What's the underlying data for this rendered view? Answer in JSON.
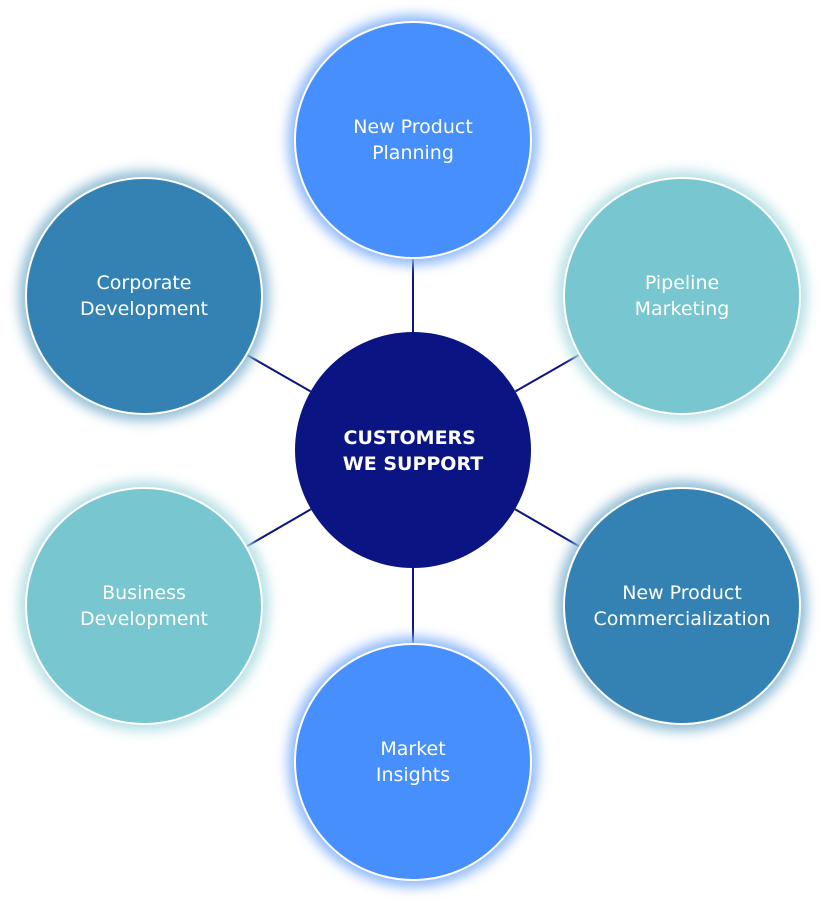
{
  "center": {
    "label_lines": [
      "CUSTOMERS",
      "WE SUPPORT"
    ],
    "color": "#0a1482"
  },
  "connector_color": "#0a1482",
  "nodes": [
    {
      "id": "new-product-planning",
      "label_lines": [
        "New Product",
        "Planning"
      ],
      "color": "#468ffc",
      "glow": "#8db8fb",
      "position": "top"
    },
    {
      "id": "pipeline-marketing",
      "label_lines": [
        "Pipeline",
        "Marketing"
      ],
      "color": "#78c6d0",
      "glow": "#b5e0e6",
      "position": "upper-right"
    },
    {
      "id": "new-product-commercialization",
      "label_lines": [
        "New Product",
        "Commercialization"
      ],
      "color": "#3482b3",
      "glow": "#8fbcd6",
      "position": "lower-right"
    },
    {
      "id": "market-insights",
      "label_lines": [
        "Market",
        "Insights"
      ],
      "color": "#468ffc",
      "glow": "#8db8fb",
      "position": "bottom"
    },
    {
      "id": "business-development",
      "label_lines": [
        "Business",
        "Development"
      ],
      "color": "#78c6d0",
      "glow": "#b5e0e6",
      "position": "lower-left"
    },
    {
      "id": "corporate-development",
      "label_lines": [
        "Corporate",
        "Development"
      ],
      "color": "#3482b3",
      "glow": "#8fbcd6",
      "position": "upper-left"
    }
  ]
}
